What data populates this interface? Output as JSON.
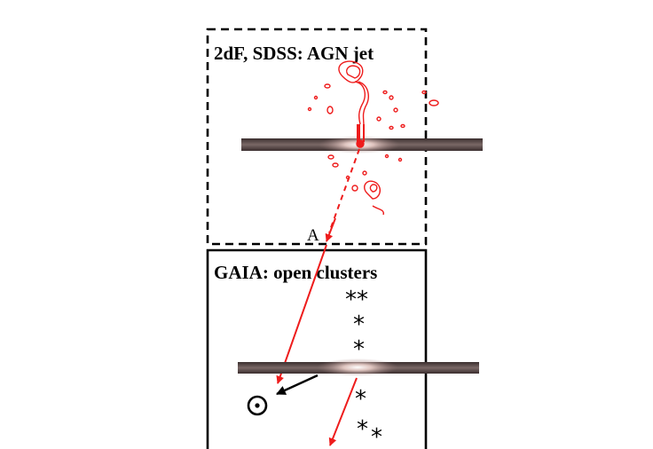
{
  "diagram": {
    "top_panel": {
      "title": "2dF, SDSS: AGN jet"
    },
    "bottom_panel": {
      "title": "GAIA: open clusters"
    },
    "labels": {
      "point_a": "A"
    },
    "symbols": {
      "star_glyph": "*",
      "sun_symbol": "sun-symbol-icon"
    },
    "colors": {
      "arrow_red": "#ee1c1c",
      "frame": "#000000",
      "galaxy_core": "#fff6ee",
      "galaxy_band": "#5b4a48"
    }
  }
}
